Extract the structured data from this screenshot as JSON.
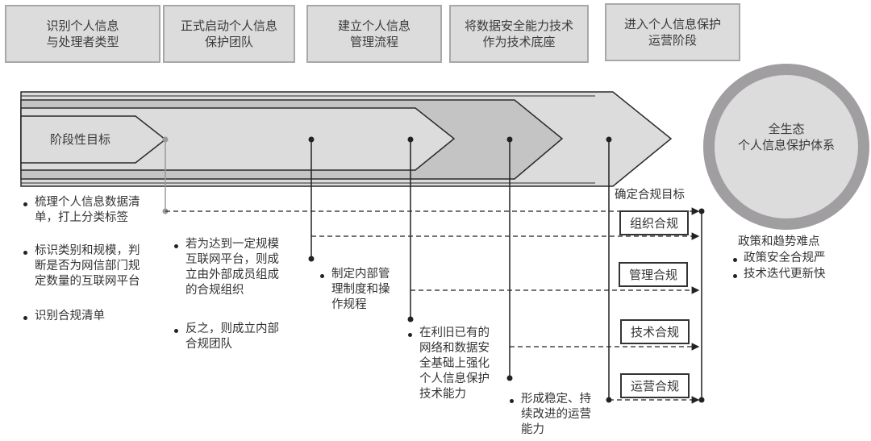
{
  "stages": [
    {
      "label": "识别个人信息\n与处理者类型"
    },
    {
      "label": "正式启动个人信息\n保护团队"
    },
    {
      "label": "建立个人信息\n管理流程"
    },
    {
      "label": "将数据安全能力技术\n作为技术底座"
    },
    {
      "label": "进入个人信息保护\n运营阶段"
    }
  ],
  "arrow_label": "阶段性目标",
  "goal_circle": {
    "label": "全生态\n个人信息保护体系"
  },
  "compliance_target_label": "确定合规目标",
  "compliance_items": [
    "组织合规",
    "管理合规",
    "技术合规",
    "运营合规"
  ],
  "stage_details": [
    {
      "items": [
        "梳理个人信息数据清\n单，打上分类标签",
        "标识类别和规模，判\n断是否为网信部门规\n定数量的互联网平台",
        "识别合规清单"
      ]
    },
    {
      "items": [
        "若为达到一定规模\n互联网平台，则成\n立由外部成员组成\n的合规组织",
        "反之，则成立内部\n合规团队"
      ]
    },
    {
      "items": [
        "制定内部管\n理制度和操\n作规程"
      ]
    },
    {
      "items": [
        "在利旧已有的\n网络和数据安\n全基础上强化\n个人信息保护\n技术能力"
      ]
    },
    {
      "items": [
        "形成稳定、持\n续改进的运营\n能力"
      ]
    }
  ],
  "difficulties": {
    "title": "政策和趋势难点",
    "items": [
      "政策安全合规严",
      "技术迭代更新快"
    ]
  },
  "colors": {
    "box_fill": "#dcdcdc",
    "box_border": "#a8a8a8",
    "arrow_light": "#dcdcdc",
    "arrow_mid": "#c4c4c4",
    "circle_ring": "#a09ea0",
    "circle_fill": "#dcdcdc",
    "line_dark": "#222222",
    "line_gray": "#9a9a9a"
  }
}
